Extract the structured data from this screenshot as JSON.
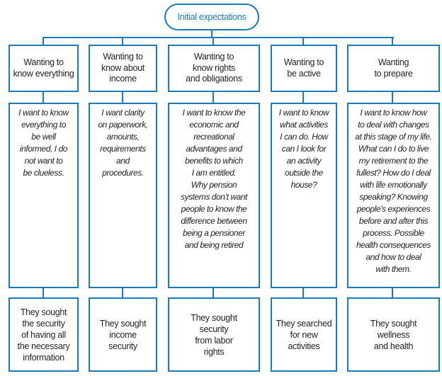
{
  "diagram": {
    "title": "Initial expectations flow diagram",
    "colors": {
      "line_blue": "#1b79bc",
      "text_dark": "#231f20",
      "background": "#ffffff"
    },
    "root": {
      "label": "Initial expectations"
    },
    "columns": [
      {
        "header": "Wanting to\nknow everything",
        "expectation": "I want to know\neverything to\nbe well\ninformed, I do\nnot want to\nbe clueless.",
        "outcome": "They sought\nthe security\nof having all\nthe necessary\ninformation"
      },
      {
        "header": "Wanting to\nknow about\nincome",
        "expectation": "I want clarity\non paperwork,\namounts,\nrequirements\nand\nprocedures.",
        "outcome": "They sought\nincome\nsecurity"
      },
      {
        "header": "Wanting to\nknow rights\nand obligations",
        "expectation": "I want to know the\neconomic and\nrecreational\nadvantages and\nbenefits to which\nI am entitled.\nWhy pension\nsystems don’t want\npeople to know the\ndifference between\nbeing a pensioner\nand being retired",
        "outcome": "They sought\nsecurity\nfrom labor\nrights"
      },
      {
        "header": "Wanting to\nbe active",
        "expectation": "I want to know\nwhat activities\nI can do. How\ncan I look for\nan activity\noutside the\nhouse?",
        "outcome": "They searched\nfor new\nactivities"
      },
      {
        "header": "Wanting\nto prepare",
        "expectation": "I want to know how\nto deal with changes\nat this stage of my life.\nWhat can I do to live\nmy retirement to the\nfullest? How do I deal\nwith life emotionally\nspeaking? Knowing\npeople’s experiences\nbefore and after this\nprocess. Possible\nhealth consequences\nand how to deal\nwith them.",
        "outcome": "They sought\nwellness\nand health"
      }
    ]
  }
}
